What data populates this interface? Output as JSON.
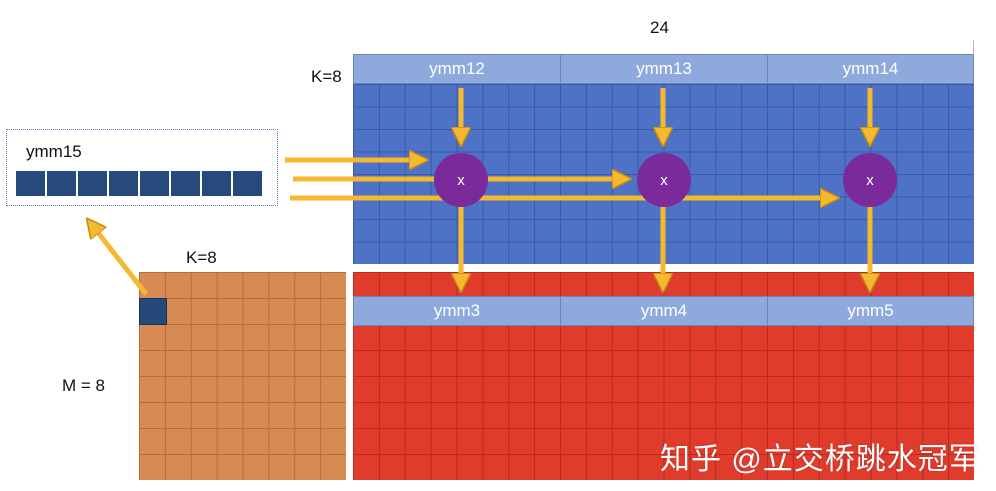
{
  "labels": {
    "n_label": "24",
    "k_label_b": "K=8",
    "k_label_a": "K=8",
    "m_label": "M = 8",
    "broadcast_reg": "ymm15"
  },
  "b_registers": [
    "ymm12",
    "ymm13",
    "ymm14"
  ],
  "c_registers": [
    "ymm3",
    "ymm4",
    "ymm5"
  ],
  "multiply_nodes": [
    "x",
    "x",
    "x"
  ],
  "watermark": "知乎 @立交桥跳水冠军",
  "colors": {
    "matrix_b": "#4d72c6",
    "matrix_c": "#e03b2b",
    "matrix_a": "#d88a55",
    "register_bar": "#8fa9dc",
    "arrow": "#f5b82e",
    "node": "#7b2a9c",
    "selected_cell": "#254a7a"
  }
}
